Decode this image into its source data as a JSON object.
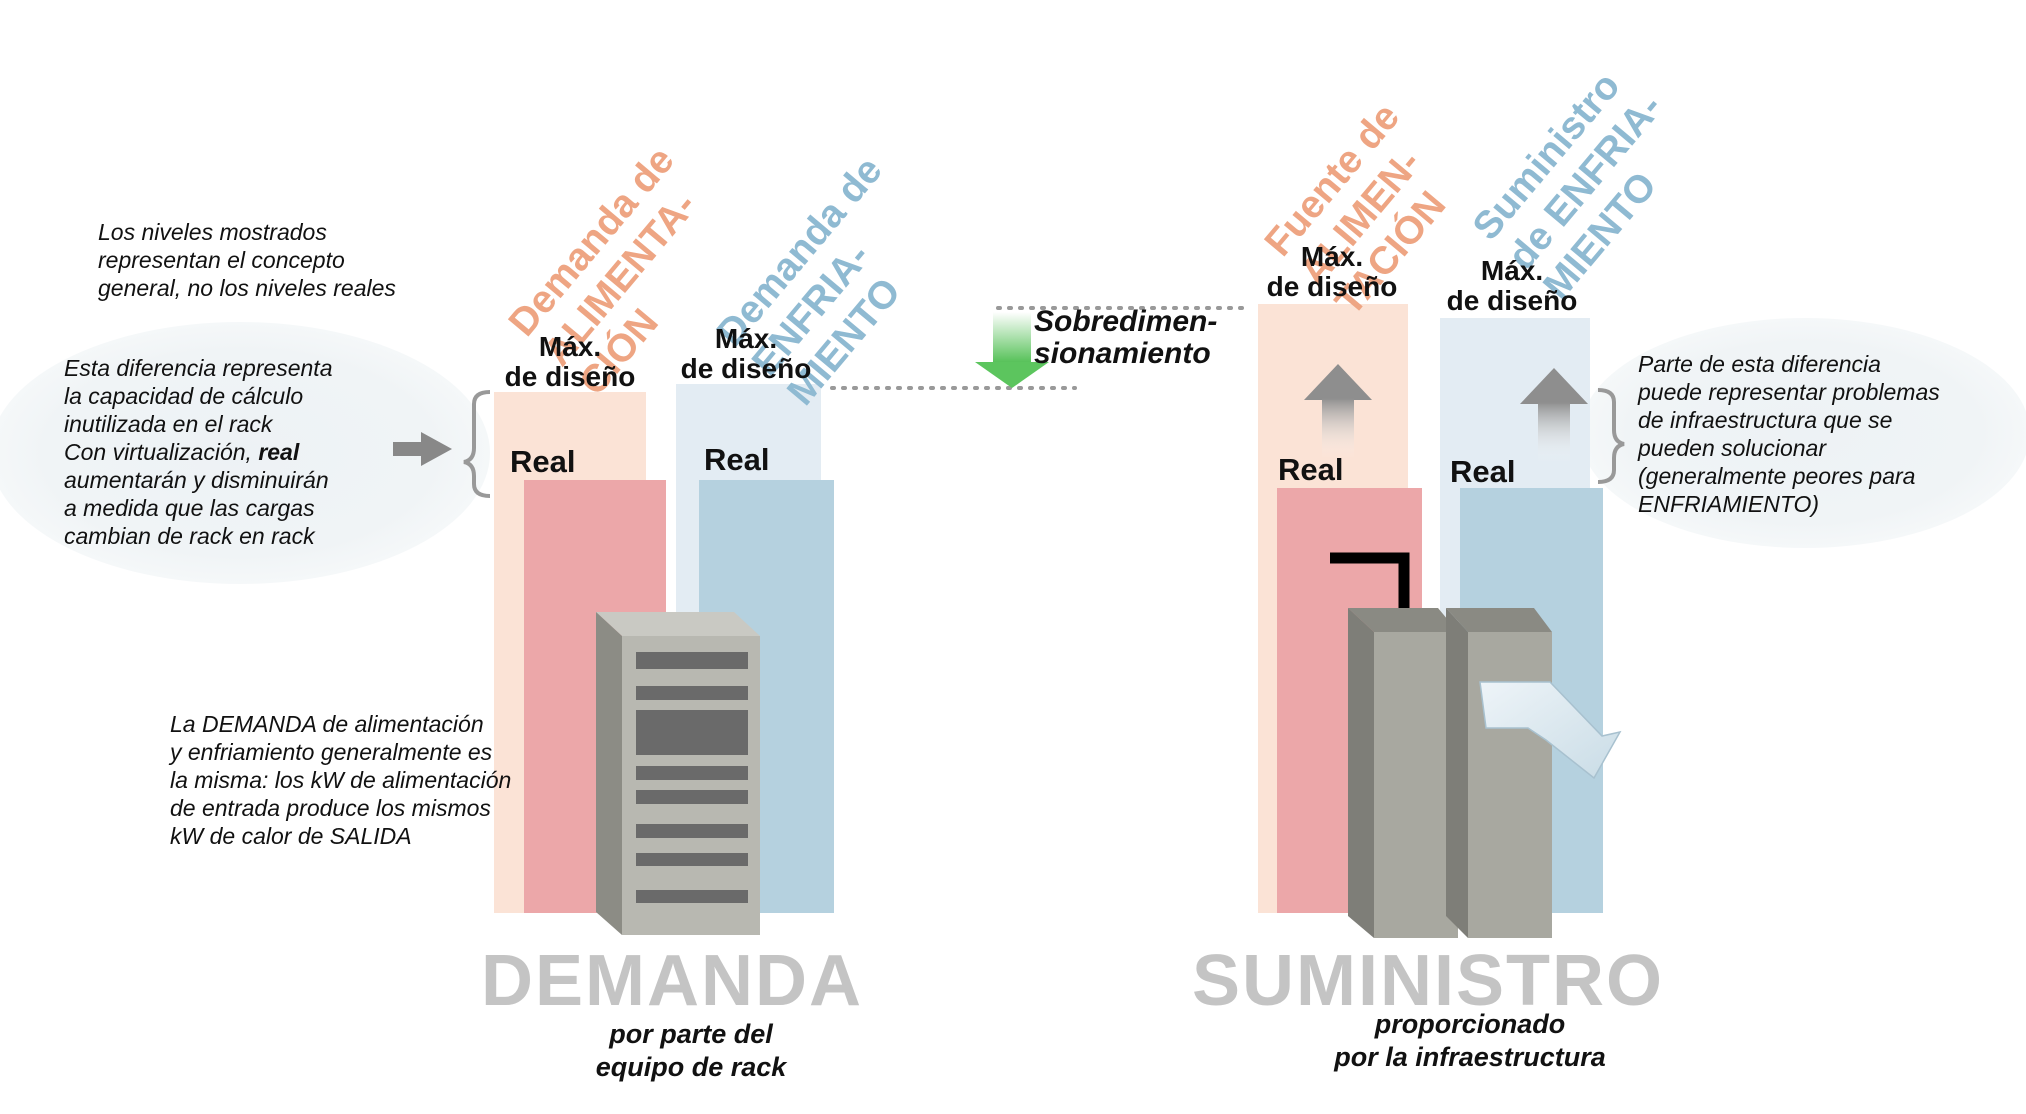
{
  "notes": {
    "levels": "Los niveles mostrados\nrepresentan el concepto\ngeneral, no los niveles reales",
    "difference_pre": "Esta diferencia representa\nla capacidad de cálculo\ninutilizada en el rack\nCon virtualización, ",
    "difference_bold": "real",
    "difference_post": "\naumentarán y disminuirán\na medida que las cargas\ncambian de rack en rack",
    "demand": "La DEMANDA de alimentación\ny enfriamiento generalmente es\nla misma: los kW de alimentación\nde entrada produce los mismos\nkW de calor de SALIDA",
    "infrastructure": "Parte de esta diferencia\npuede representar problemas\nde infraestructura que se\npueden solucionar\n(generalmente peores para\nENFRIAMIENTO)"
  },
  "columns": {
    "power_demand": "Demanda de\nALIMENTA-\nCIÓN",
    "cooling_demand": "Demanda de\nENFRIA-\nMIENTO",
    "power_supply": "Fuente de\nALIMEN-\nTACIÓN",
    "cooling_supply": "Suministro\nde ENFRIA-\nMIENTO"
  },
  "labels": {
    "max_design": "Máx.\nde diseño",
    "real": "Real",
    "oversizing": "Sobredimen-\nsionamiento"
  },
  "sections": {
    "demand_title": "DEMANDA",
    "demand_sub": "por parte del\nequipo de rack",
    "supply_title": "SUMINISTRO",
    "supply_sub": "proporcionado\npor la infraestructura"
  },
  "colors": {
    "power_light": "#fbe3d6",
    "power_real": "#eca7a9",
    "cooling_light": "#e3ecf3",
    "cooling_real": "#b5d1df",
    "power_heading": "#eea583",
    "cooling_heading": "#8fbad2",
    "rack_gray": "#a9a9a1",
    "big_title": "#c4c4c4"
  }
}
